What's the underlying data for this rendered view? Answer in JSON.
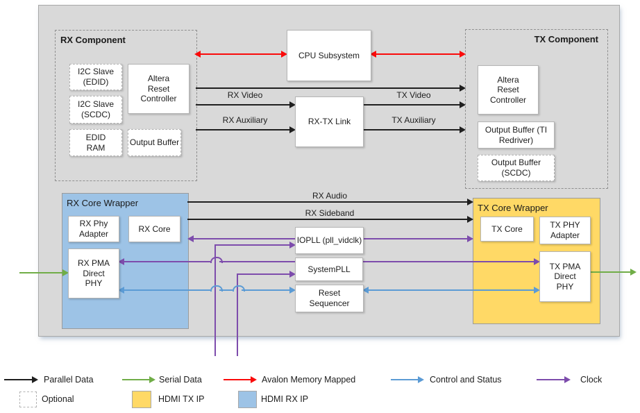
{
  "colors": {
    "parallel_data": "#1f1f1f",
    "serial_data": "#70ad47",
    "avalon_memory_mapped": "#fa0a0a",
    "control_and_status": "#5b9bd5",
    "clock": "#7d4cac",
    "hdmi_rx_ip_fill": "#9dc3e6",
    "hdmi_tx_ip_fill": "#ffd966",
    "diagram_background": "#d9d9d9"
  },
  "boxes": {
    "rx_component": "RX Component",
    "i2c_edid": "I2C Slave (EDID)",
    "i2c_scdc": "I2C Slave (SCDC)",
    "edid_ram": "EDID RAM",
    "rx_reset_controller": "Altera Reset Controller",
    "rx_output_buffer": "Output Buffer",
    "cpu_subsystem": "CPU Subsystem",
    "rx_tx_link": "RX-TX Link",
    "tx_component": "TX Component",
    "tx_reset_controller": "Altera Reset Controller",
    "tx_output_buffer_ti": "Output Buffer (TI Redriver)",
    "tx_output_buffer_scdc": "Output Buffer (SCDC)",
    "rx_core_wrapper": "RX Core Wrapper",
    "rx_phy_adapter": "RX Phy Adapter",
    "rx_core": "RX Core",
    "rx_pma": "RX PMA Direct PHY",
    "iopll": "IOPLL (pll_vidclk)",
    "system_pll": "SystemPLL",
    "reset_sequencer": "Reset Sequencer",
    "tx_core_wrapper": "TX Core Wrapper",
    "tx_core": "TX Core",
    "tx_phy_adapter": "TX PHY Adapter",
    "tx_pma": "TX PMA Direct PHY"
  },
  "signals": {
    "rx_video": "RX Video",
    "tx_video": "TX Video",
    "rx_auxiliary": "RX Auxiliary",
    "tx_auxiliary": "TX Auxiliary",
    "rx_audio": "RX Audio",
    "rx_sideband": "RX Sideband"
  },
  "legend": {
    "parallel": "Parallel Data",
    "serial": "Serial Data",
    "avalon": "Avalon Memory Mapped",
    "control": "Control and Status",
    "clock": "Clock",
    "optional": "Optional",
    "hdmi_tx_ip": "HDMI TX IP",
    "hdmi_rx_ip": "HDMI RX IP"
  }
}
